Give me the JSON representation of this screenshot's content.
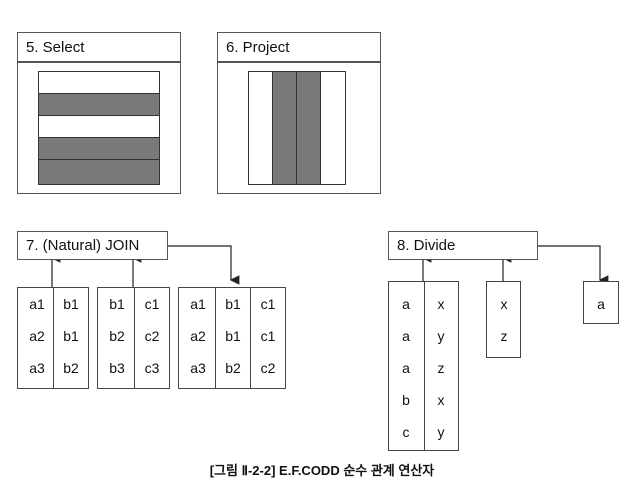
{
  "select": {
    "title": "5. Select"
  },
  "project": {
    "title": "6. Project"
  },
  "join": {
    "title": "7. (Natural) JOIN",
    "table_r": {
      "rows": [
        [
          "a1",
          "b1"
        ],
        [
          "a2",
          "b1"
        ],
        [
          "a3",
          "b2"
        ]
      ]
    },
    "table_s": {
      "rows": [
        [
          "b1",
          "c1"
        ],
        [
          "b2",
          "c2"
        ],
        [
          "b3",
          "c3"
        ]
      ]
    },
    "table_result": {
      "rows": [
        [
          "a1",
          "b1",
          "c1"
        ],
        [
          "a2",
          "b1",
          "c1"
        ],
        [
          "a3",
          "b2",
          "c2"
        ]
      ]
    }
  },
  "divide": {
    "title": "8. Divide",
    "table_dividend": {
      "rows": [
        [
          "a",
          "x"
        ],
        [
          "a",
          "y"
        ],
        [
          "a",
          "z"
        ],
        [
          "b",
          "x"
        ],
        [
          "c",
          "y"
        ]
      ]
    },
    "table_divisor": {
      "rows": [
        [
          "x"
        ],
        [
          "z"
        ]
      ]
    },
    "table_result": {
      "rows": [
        [
          "a"
        ]
      ]
    }
  },
  "caption": "[그림 Ⅱ-2-2] E.F.CODD 순수 관계 연산자",
  "colors": {
    "shaded": "#7a7a7a",
    "border": "#444444"
  }
}
